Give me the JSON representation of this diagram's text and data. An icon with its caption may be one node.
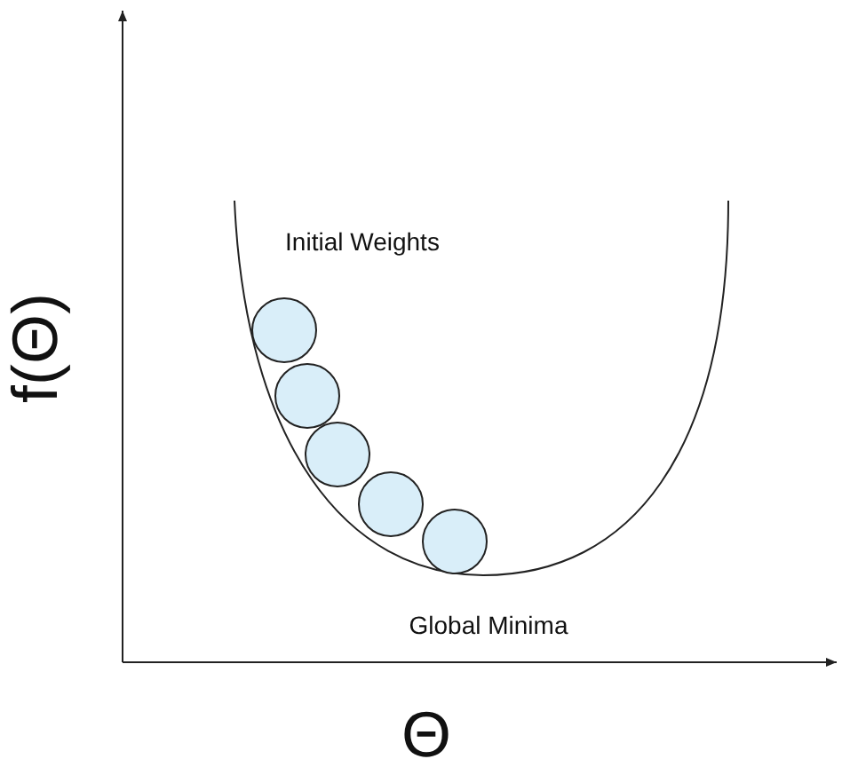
{
  "diagram": {
    "labels": [
      "Initial Weights",
      "f(Θ)",
      "Global Minima",
      "Θ"
    ]
  }
}
